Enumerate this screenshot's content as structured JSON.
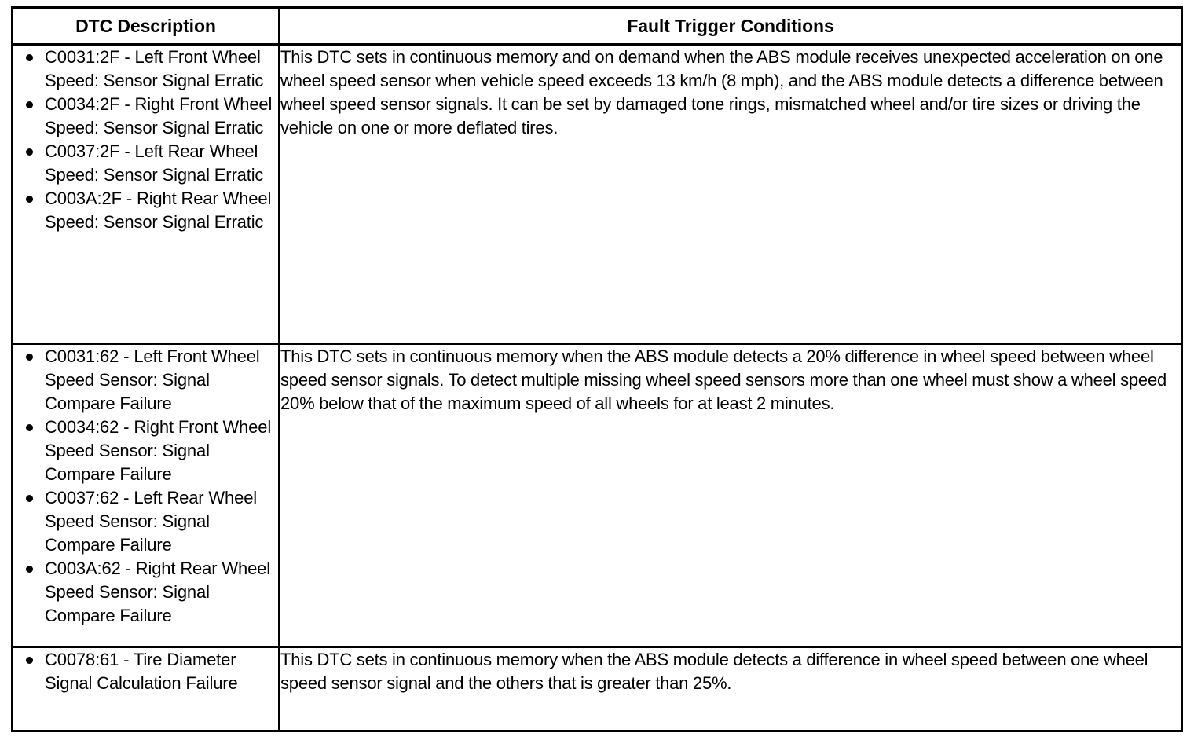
{
  "table": {
    "headers": {
      "description": "DTC Description",
      "conditions": "Fault Trigger Conditions"
    },
    "rows": [
      {
        "id": "row-erratic",
        "dtcs": [
          "C0031:2F - Left Front Wheel Speed: Sensor Signal Erratic",
          "C0034:2F - Right Front Wheel Speed: Sensor Signal Erratic",
          "C0037:2F - Left Rear Wheel Speed: Sensor Signal Erratic",
          "C003A:2F - Right Rear Wheel Speed: Sensor Signal Erratic"
        ],
        "condition": "This DTC sets in continuous memory and on demand when the ABS module receives unexpected acceleration on one wheel speed sensor when vehicle speed exceeds 13 km/h (8 mph), and the ABS module detects a difference between wheel speed sensor signals. It can be set by damaged tone rings, mismatched wheel and/or tire sizes or driving the vehicle on one or more deflated tires."
      },
      {
        "id": "row-compare-failure",
        "dtcs": [
          "C0031:62 - Left Front Wheel Speed Sensor: Signal Compare Failure",
          "C0034:62 - Right Front Wheel Speed Sensor: Signal Compare Failure",
          "C0037:62 - Left Rear Wheel Speed Sensor: Signal Compare Failure",
          "C003A:62 - Right Rear Wheel Speed Sensor: Signal Compare Failure"
        ],
        "condition": "This DTC sets in continuous memory when the ABS module detects a 20% difference in wheel speed between wheel speed sensor signals. To detect multiple missing wheel speed sensors more than one wheel must show a wheel speed 20% below that of the maximum speed of all wheels for at least 2 minutes."
      },
      {
        "id": "row-tire-diameter",
        "dtcs": [
          "C0078:61 - Tire Diameter Signal Calculation Failure"
        ],
        "condition": "This DTC sets in continuous memory when the ABS module detects a difference in wheel speed between one wheel speed sensor signal and the others that is greater than 25%."
      }
    ]
  }
}
